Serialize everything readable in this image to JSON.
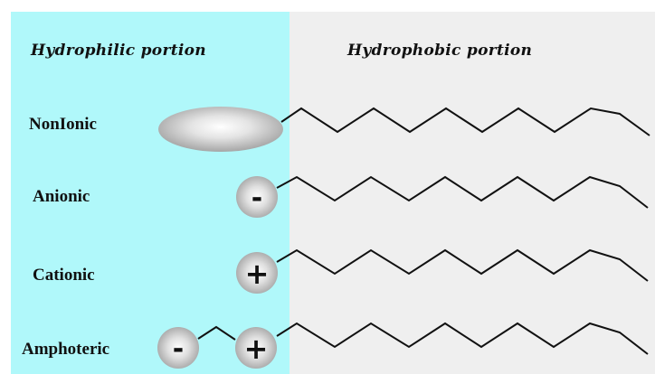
{
  "regions": {
    "hydrophilic": "Hydrophilic portion",
    "hydrophobic": "Hydrophobic portion"
  },
  "surfactants": [
    {
      "label": "NonIonic",
      "head": "none"
    },
    {
      "label": "Anionic",
      "head": "negative",
      "sign": "-"
    },
    {
      "label": "Cationic",
      "head": "positive",
      "sign": "+"
    },
    {
      "label": "Amphoteric",
      "head": "zwitterionic",
      "signs": [
        "-",
        "+"
      ]
    }
  ],
  "colors": {
    "hydrophilic_panel": "#b0f8fa",
    "hydrophobic_panel": "#efefef",
    "chain": "#111111",
    "head_highlight": "#ffffff",
    "head_shadow": "#9a9a9a"
  }
}
